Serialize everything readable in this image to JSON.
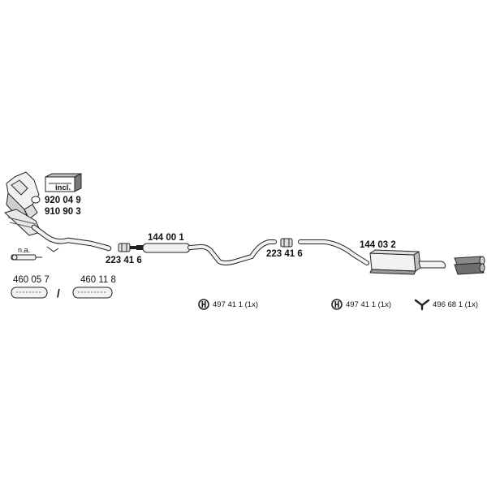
{
  "parts": {
    "cat_kit_label": "incl.",
    "catalyst_1": "920 04 9",
    "catalyst_2": "910 90 3",
    "sensor_note": "n.a.",
    "flex_pipe_1": "460 05 7",
    "separator": "/",
    "flex_pipe_2": "460 11 8",
    "clamp_left": "223 41 6",
    "middle_silencer": "144 00 1",
    "clamp_right": "223 41 6",
    "rear_silencer": "144 03 2"
  },
  "accessories": [
    {
      "icon": "rubber-mount-icon",
      "label": "497 41 1 (1x)"
    },
    {
      "icon": "rubber-mount-icon",
      "label": "497 41 1 (1x)"
    },
    {
      "icon": "y-hanger-icon",
      "label": "496 68 1 (1x)"
    }
  ],
  "colors": {
    "line": "#222222",
    "part_fill": "#f2f2f2",
    "shade": "#9a9a9a"
  }
}
